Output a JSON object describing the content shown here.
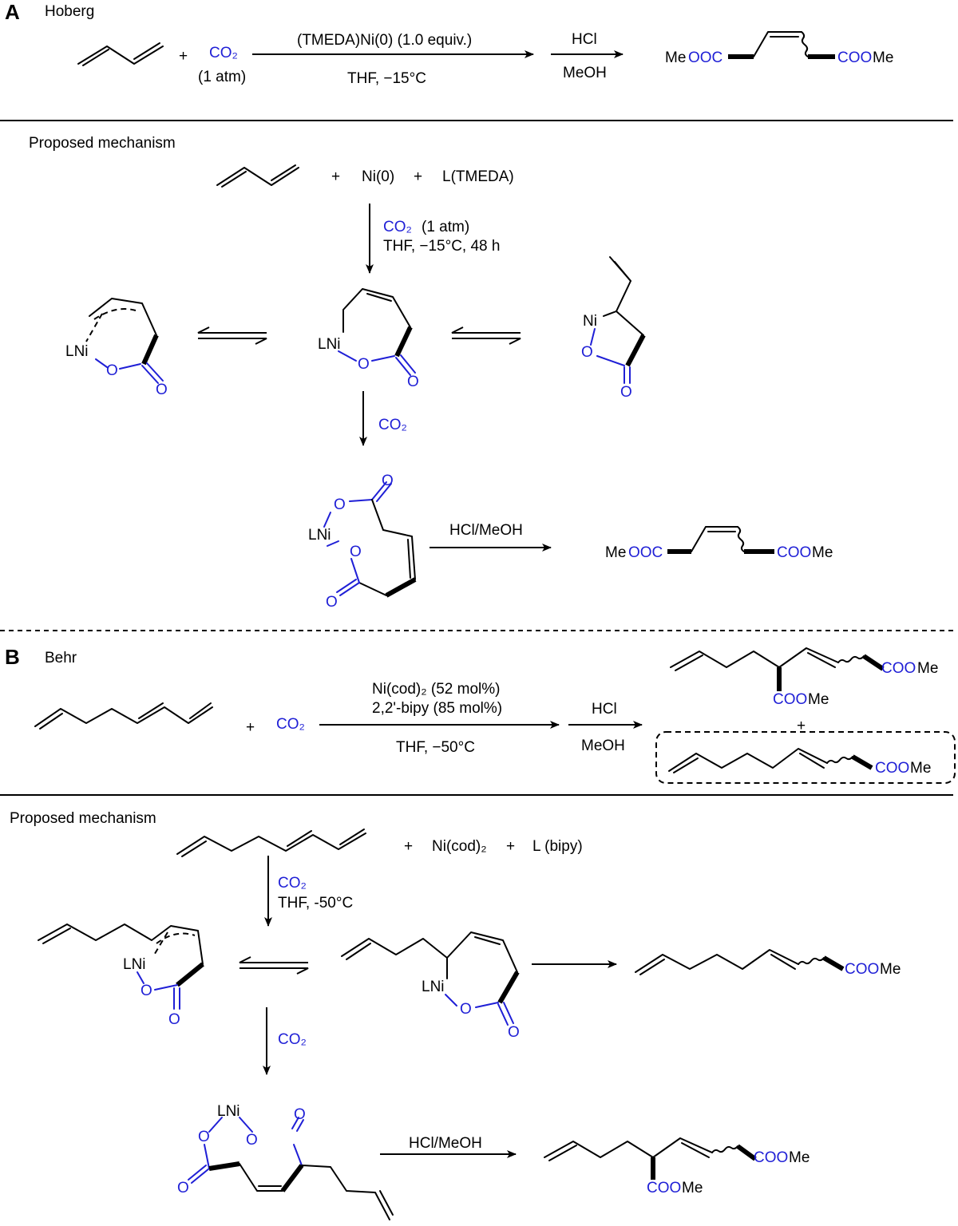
{
  "panel_a": {
    "letter": "A",
    "name": "Hoberg",
    "reagent_co2": "CO₂",
    "reagent_pressure": "(1 atm)",
    "plus": "+",
    "cond_top": "(TMEDA)Ni(0) (1.0 equiv.)",
    "cond_bottom": "THF, −15°C",
    "step2_top": "HCl",
    "step2_bottom": "MeOH",
    "product_left_me": "Me",
    "product_left_ooc": "OOC",
    "product_right_coo": "COO",
    "product_right_me": "Me"
  },
  "mech_a": {
    "title": "Proposed mechanism",
    "reactants": [
      "+",
      "Ni(0)",
      "+",
      "L(TMEDA)"
    ],
    "cond1_co2": "CO₂",
    "cond1_pressure": "(1 atm)",
    "cond1_line2": "THF, −15°C, 48 h",
    "lni": "LNi",
    "ni": "Ni",
    "o": "O",
    "cond2": "CO₂",
    "cond3": "HCl/MeOH",
    "product_left_me": "Me",
    "product_left_ooc": "OOC",
    "product_right_coo": "COO",
    "product_right_me": "Me"
  },
  "panel_b": {
    "letter": "B",
    "name": "Behr",
    "plus": "+",
    "reagent_co2": "CO₂",
    "cond_line1": "Ni(cod)₂ (52 mol%)",
    "cond_line2": "2,2'-bipy (85 mol%)",
    "cond_bottom": "THF, −50°C",
    "step2_top": "HCl",
    "step2_bottom": "MeOH",
    "product1_coo_right": "COO",
    "product1_me_right": "Me",
    "product1_coo_branch": "COO",
    "product1_me_branch": "Me",
    "product_plus": "+",
    "product2_coo": "COO",
    "product2_me": "Me"
  },
  "mech_b": {
    "title": "Proposed mechanism",
    "reactants": [
      "+",
      "Ni(cod)₂",
      "+",
      "L (bipy)"
    ],
    "cond1_co2": "CO₂",
    "cond1_line2": "THF, -50°C",
    "lni": "LNi",
    "o": "O",
    "cond2": "CO₂",
    "cond3": "HCl/MeOH",
    "product_a_coo": "COO",
    "product_a_me": "Me",
    "product_b_coo": "COO",
    "product_b_me": "Me",
    "product_b_coo2": "COO",
    "product_b_me2": "Me"
  },
  "colors": {
    "heteroatom": "#1f1fd6",
    "ink": "#000000"
  }
}
